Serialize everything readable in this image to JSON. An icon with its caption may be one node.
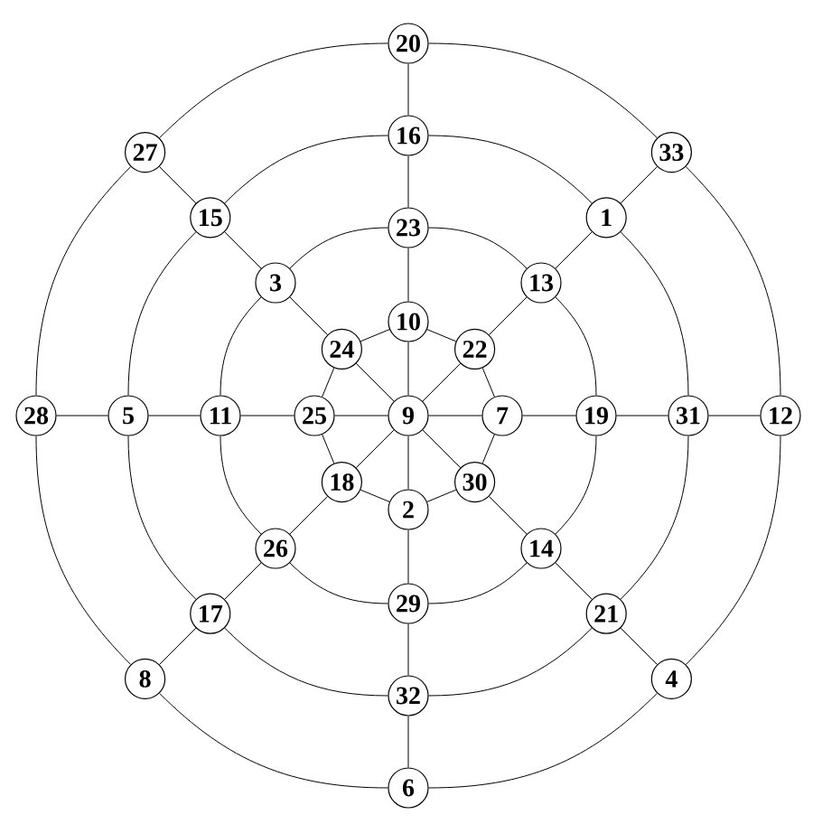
{
  "diagram": {
    "nodes": [
      {
        "text": [
          "20"
        ]
      },
      {
        "text": [
          "16"
        ]
      },
      {
        "text": [
          "27"
        ]
      },
      {
        "text": [
          "33"
        ]
      },
      {
        "text": [
          "15"
        ]
      },
      {
        "text": [
          "1"
        ]
      },
      {
        "text": [
          "23"
        ]
      },
      {
        "text": [
          "3"
        ]
      },
      {
        "text": [
          "13"
        ]
      },
      {
        "text": [
          "10"
        ]
      },
      {
        "text": [
          "24"
        ]
      },
      {
        "text": [
          "22"
        ]
      },
      {
        "text": [
          "28"
        ]
      },
      {
        "text": [
          "5"
        ]
      },
      {
        "text": [
          "11"
        ]
      },
      {
        "text": [
          "25"
        ]
      },
      {
        "text": [
          "9"
        ]
      },
      {
        "text": [
          "7"
        ]
      },
      {
        "text": [
          "19"
        ]
      },
      {
        "text": [
          "31"
        ]
      },
      {
        "text": [
          "12"
        ]
      },
      {
        "text": [
          "18"
        ]
      },
      {
        "text": [
          "30"
        ]
      },
      {
        "text": [
          "2"
        ]
      },
      {
        "text": [
          "26"
        ]
      },
      {
        "text": [
          "14"
        ]
      },
      {
        "text": [
          "29"
        ]
      },
      {
        "text": [
          "17"
        ]
      },
      {
        "text": [
          "21"
        ]
      },
      {
        "text": [
          "32"
        ]
      },
      {
        "text": [
          "8"
        ]
      },
      {
        "text": [
          "4"
        ]
      },
      {
        "text": [
          "6"
        ]
      }
    ],
    "edges": [
      {
        "from": 16,
        "to": 9,
        "arrow": "none"
      },
      {
        "from": 9,
        "to": 6,
        "arrow": "none"
      },
      {
        "from": 6,
        "to": 1,
        "arrow": "none"
      },
      {
        "from": 1,
        "to": 0,
        "arrow": "none"
      },
      {
        "from": 16,
        "to": 11,
        "arrow": "none"
      },
      {
        "from": 11,
        "to": 8,
        "arrow": "none"
      },
      {
        "from": 8,
        "to": 5,
        "arrow": "none"
      },
      {
        "from": 5,
        "to": 3,
        "arrow": "none"
      },
      {
        "from": 16,
        "to": 17,
        "arrow": "none"
      },
      {
        "from": 17,
        "to": 18,
        "arrow": "none"
      },
      {
        "from": 18,
        "to": 19,
        "arrow": "none"
      },
      {
        "from": 19,
        "to": 20,
        "arrow": "none"
      },
      {
        "from": 16,
        "to": 22,
        "arrow": "none"
      },
      {
        "from": 22,
        "to": 25,
        "arrow": "none"
      },
      {
        "from": 25,
        "to": 28,
        "arrow": "none"
      },
      {
        "from": 28,
        "to": 31,
        "arrow": "none"
      },
      {
        "from": 16,
        "to": 23,
        "arrow": "none"
      },
      {
        "from": 23,
        "to": 26,
        "arrow": "none"
      },
      {
        "from": 26,
        "to": 29,
        "arrow": "none"
      },
      {
        "from": 29,
        "to": 32,
        "arrow": "none"
      },
      {
        "from": 16,
        "to": 21,
        "arrow": "none"
      },
      {
        "from": 21,
        "to": 24,
        "arrow": "none"
      },
      {
        "from": 24,
        "to": 27,
        "arrow": "none"
      },
      {
        "from": 27,
        "to": 30,
        "arrow": "none"
      },
      {
        "from": 16,
        "to": 15,
        "arrow": "none"
      },
      {
        "from": 15,
        "to": 14,
        "arrow": "none"
      },
      {
        "from": 14,
        "to": 13,
        "arrow": "none"
      },
      {
        "from": 13,
        "to": 12,
        "arrow": "none"
      },
      {
        "from": 16,
        "to": 10,
        "arrow": "none"
      },
      {
        "from": 10,
        "to": 7,
        "arrow": "none"
      },
      {
        "from": 7,
        "to": 4,
        "arrow": "none"
      },
      {
        "from": 4,
        "to": 2,
        "arrow": "none"
      },
      {
        "from": 9,
        "to": 11,
        "arrow": "none"
      },
      {
        "from": 11,
        "to": 17,
        "arrow": "none"
      },
      {
        "from": 17,
        "to": 22,
        "arrow": "none"
      },
      {
        "from": 22,
        "to": 23,
        "arrow": "none"
      },
      {
        "from": 23,
        "to": 21,
        "arrow": "none"
      },
      {
        "from": 21,
        "to": 15,
        "arrow": "none"
      },
      {
        "from": 15,
        "to": 10,
        "arrow": "none"
      },
      {
        "from": 10,
        "to": 9,
        "arrow": "none"
      },
      {
        "from": 6,
        "to": 8,
        "arrow": "none"
      },
      {
        "from": 8,
        "to": 18,
        "arrow": "none"
      },
      {
        "from": 18,
        "to": 25,
        "arrow": "none"
      },
      {
        "from": 25,
        "to": 26,
        "arrow": "none"
      },
      {
        "from": 26,
        "to": 24,
        "arrow": "none"
      },
      {
        "from": 24,
        "to": 14,
        "arrow": "none"
      },
      {
        "from": 14,
        "to": 7,
        "arrow": "none"
      },
      {
        "from": 7,
        "to": 6,
        "arrow": "none"
      },
      {
        "from": 1,
        "to": 5,
        "arrow": "none"
      },
      {
        "from": 5,
        "to": 19,
        "arrow": "none"
      },
      {
        "from": 19,
        "to": 28,
        "arrow": "none"
      },
      {
        "from": 28,
        "to": 29,
        "arrow": "none"
      },
      {
        "from": 29,
        "to": 27,
        "arrow": "none"
      },
      {
        "from": 27,
        "to": 13,
        "arrow": "none"
      },
      {
        "from": 13,
        "to": 4,
        "arrow": "none"
      },
      {
        "from": 4,
        "to": 1,
        "arrow": "none"
      },
      {
        "from": 0,
        "to": 3,
        "arrow": "none"
      },
      {
        "from": 3,
        "to": 20,
        "arrow": "none"
      },
      {
        "from": 20,
        "to": 31,
        "arrow": "none"
      },
      {
        "from": 31,
        "to": 32,
        "arrow": "none"
      },
      {
        "from": 32,
        "to": 30,
        "arrow": "none"
      },
      {
        "from": 30,
        "to": 12,
        "arrow": "none"
      },
      {
        "from": 12,
        "to": 2,
        "arrow": "none"
      },
      {
        "from": 2,
        "to": 0,
        "arrow": "none"
      }
    ]
  }
}
